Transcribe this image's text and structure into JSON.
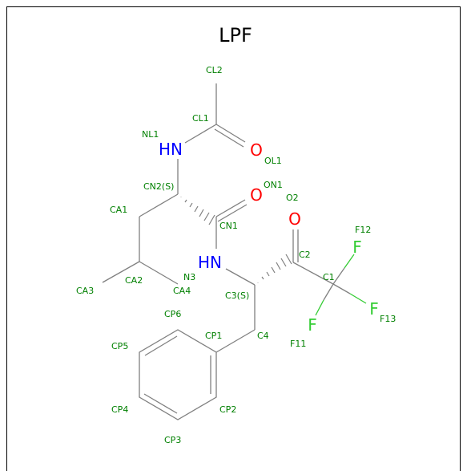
{
  "title": "LPF",
  "colors": {
    "bond": "#808080",
    "atom_label": "#008000",
    "nitrogen": "#0000FF",
    "oxygen": "#FF0000",
    "fluorine": "#33CC33",
    "title": "#000000"
  },
  "atom_names": {
    "CL2": "CL2",
    "CL1": "CL1",
    "NL1": "NL1",
    "OL1": "OL1",
    "CN2": "CN2(S)",
    "ON1": "ON1",
    "O2": "O2",
    "F12": "F12",
    "CA1": "CA1",
    "CN1": "CN1",
    "C2": "C2",
    "C1": "C1",
    "CA3": "CA3",
    "CA2": "CA2",
    "N3": "N3",
    "CA4": "CA4",
    "C3": "C3(S)",
    "F13": "F13",
    "CP6": "CP6",
    "CP1": "CP1",
    "C4": "C4",
    "F11": "F11",
    "CP5": "CP5",
    "CP4": "CP4",
    "CP2": "CP2",
    "CP3": "CP3"
  },
  "element_symbols": {
    "NL1": "HN",
    "OL1": "O",
    "ON1": "O",
    "N3": "HN",
    "O2": "O",
    "F12": "F",
    "F13": "F",
    "F11": "F"
  }
}
